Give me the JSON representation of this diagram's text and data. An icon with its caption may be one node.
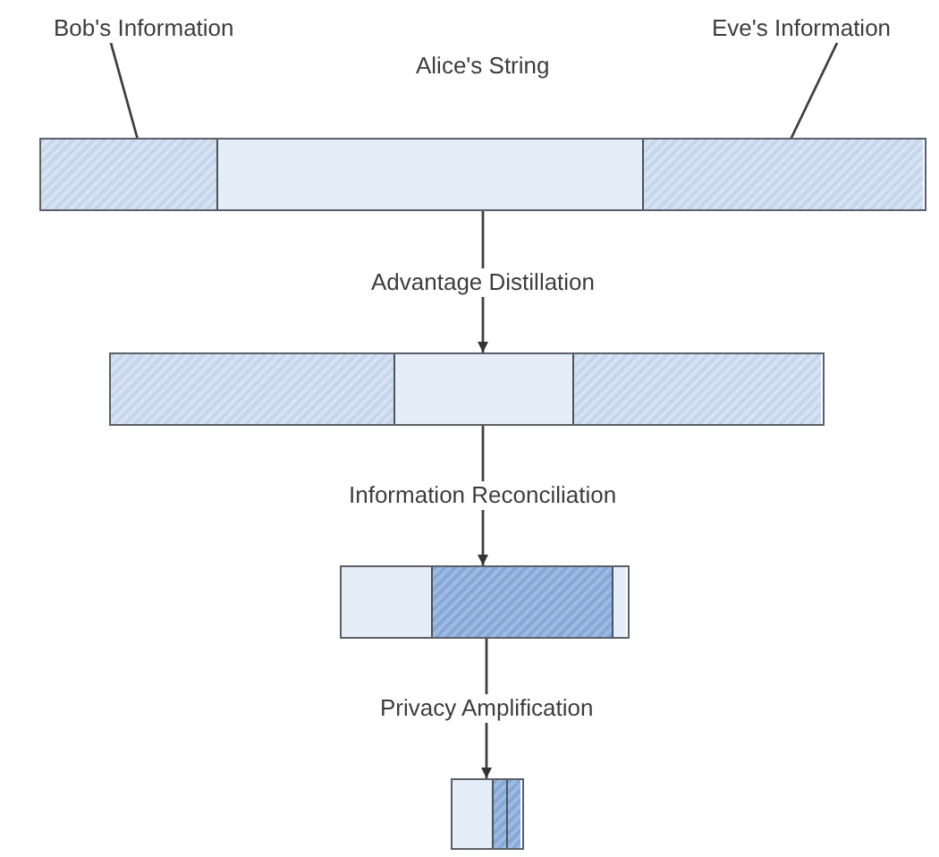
{
  "diagram": {
    "nodes": [
      {
        "text": [
          "Bob's Information"
        ]
      },
      {
        "text": [
          "Eve's Information"
        ]
      },
      {
        "text": [],
        "shape": "bar"
      },
      {
        "text": [],
        "shape": "box",
        "in": 2
      },
      {
        "text": [],
        "shape": "box",
        "in": 2
      },
      {
        "text": [],
        "shape": "box",
        "in": 2
      },
      {
        "text": [],
        "shape": "bar"
      },
      {
        "text": [],
        "shape": "box",
        "in": 6
      },
      {
        "text": [],
        "shape": "box",
        "in": 6
      },
      {
        "text": [],
        "shape": "box",
        "in": 6
      },
      {
        "text": [],
        "shape": "bar"
      },
      {
        "text": [],
        "shape": "box",
        "in": 10
      },
      {
        "text": [],
        "shape": "box",
        "in": 10
      },
      {
        "text": [],
        "shape": "box",
        "in": 10
      },
      {
        "text": [],
        "shape": "bar"
      },
      {
        "text": [],
        "shape": "box",
        "in": 14
      },
      {
        "text": [],
        "shape": "box",
        "in": 14
      },
      {
        "text": [],
        "shape": "box",
        "in": 14
      }
    ],
    "edges": [
      {
        "from": 0,
        "to": 3,
        "arrow": "none"
      },
      {
        "from": 1,
        "to": 5,
        "arrow": "none"
      },
      {
        "from": 2,
        "to": 6,
        "arrow": "to",
        "label": "Advantage Distillation"
      },
      {
        "from": 6,
        "to": 10,
        "arrow": "to",
        "label": "Information Reconciliation"
      },
      {
        "from": 10,
        "to": 14,
        "arrow": "to",
        "label": "Privacy Amplification"
      }
    ],
    "labels": [
      "Alice's String"
    ]
  }
}
